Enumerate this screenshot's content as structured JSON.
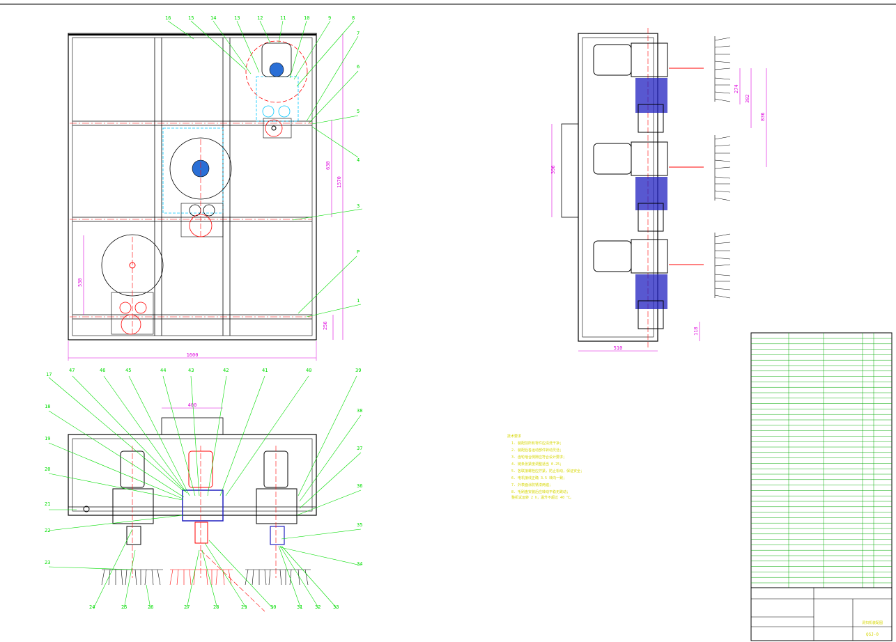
{
  "colors": {
    "frame": "#000000",
    "center": "#ff0000",
    "hidden": "#00c8ff",
    "leader": "#00dd00",
    "dimension": "#dd00dd",
    "note": "#d6d600",
    "gearbox": "#2020c0"
  },
  "top_view": {
    "dimensions": {
      "width": "1600",
      "height": "1570",
      "row_pitch": "630",
      "lower": "530",
      "bottom": "256"
    },
    "balloons_top": [
      "16",
      "15",
      "14",
      "13",
      "12",
      "11",
      "10",
      "9",
      "8"
    ],
    "balloons_right": [
      "7",
      "6",
      "5",
      "4",
      "3",
      "P",
      "1"
    ]
  },
  "front_view": {
    "dimensions": {
      "width": "400"
    },
    "balloons_top": [
      "17",
      "47",
      "46",
      "45",
      "44",
      "43",
      "42",
      "41",
      "40",
      "39"
    ],
    "balloons_left": [
      "18",
      "19",
      "20",
      "21",
      "22",
      "23"
    ],
    "balloons_right": [
      "38",
      "37",
      "36",
      "35",
      "34"
    ],
    "balloons_bottom": [
      "24",
      "25",
      "26",
      "27",
      "28",
      "29",
      "30",
      "31",
      "32",
      "33"
    ]
  },
  "side_view": {
    "dimensions": {
      "width": "510",
      "h1": "274",
      "h2": "382",
      "h3": "836",
      "h4": "396",
      "h5": "118"
    }
  },
  "notes": {
    "title": "技术要求",
    "lines": [
      "1. 装配前所有零件应清洗干净；",
      "2. 装配后各运动部件转动灵活；",
      "3. 齿轮啮合侧隙应符合设计要求；",
      "4. 链条张紧度调整适当 0.25；",
      "5. 各联接螺栓应拧紧，防止松动，保证安全；",
      "6. 电机接线正确 3.5 转向一致；",
      "7. 外表面涂防锈漆两遍；",
      "8. 毛刷盘安装后应转动平稳无跳动；",
      "  整机试运转 2 h，温升不超过 40 ℃。"
    ]
  },
  "title_block": {
    "drawing_no": "QSJ-0",
    "name": "清扫机装配图"
  }
}
